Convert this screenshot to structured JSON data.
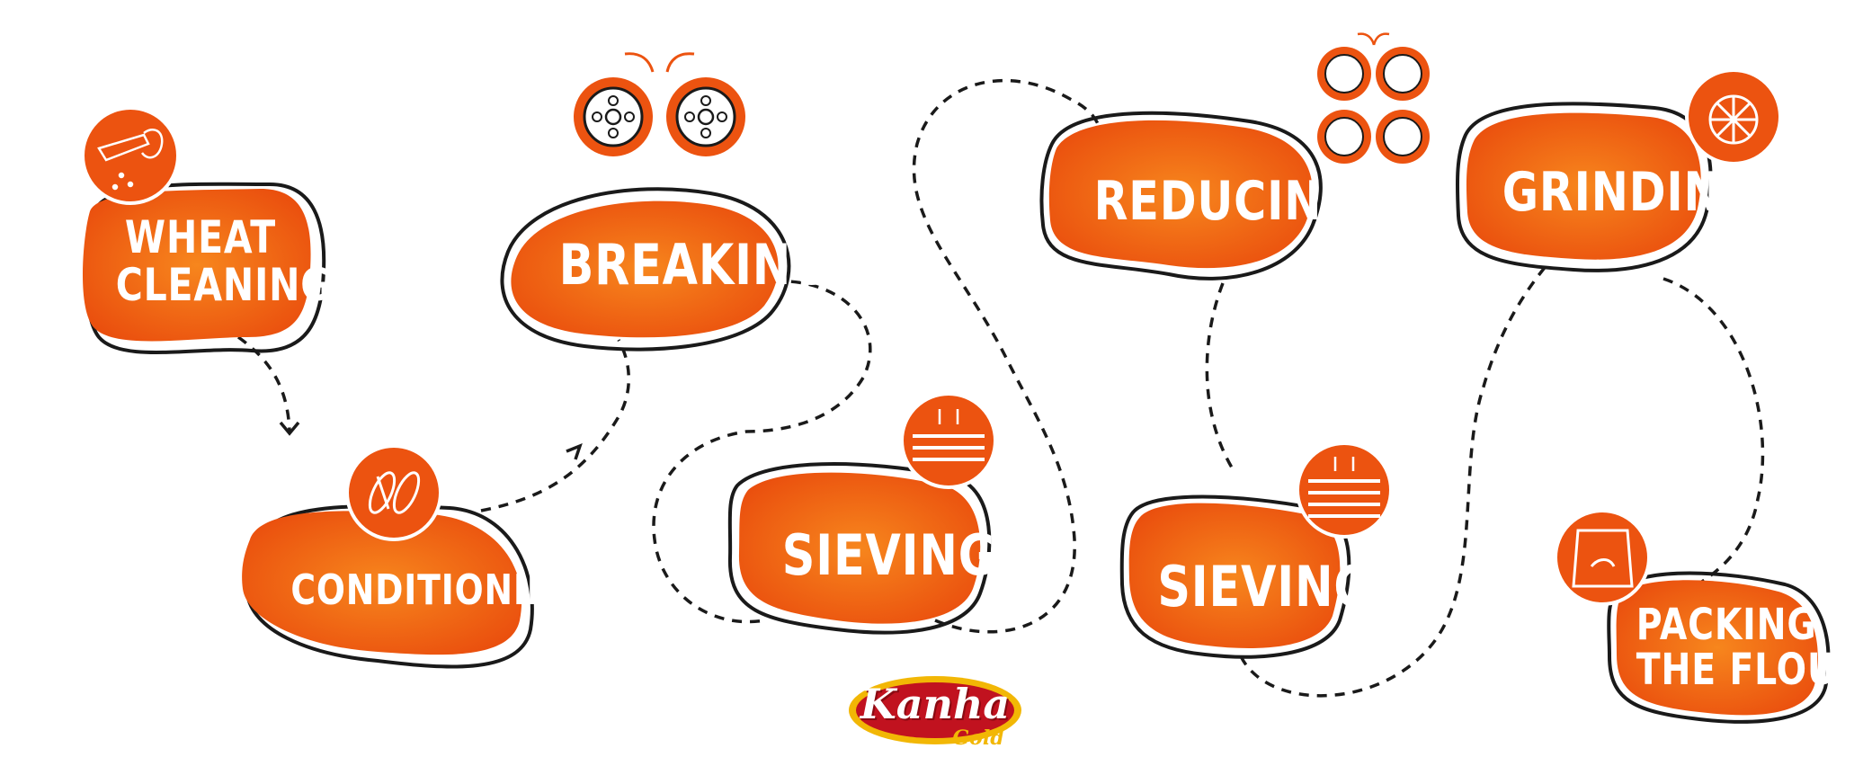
{
  "steps": [
    {
      "id": "wheat-cleaning",
      "label_line1": "WHEAT",
      "label_line2": "CLEANING",
      "icon": "wheat-cleaning-icon"
    },
    {
      "id": "conditioning",
      "label_line1": "CONDITIONING",
      "label_line2": "",
      "icon": "wheat-grain-icon"
    },
    {
      "id": "breaking",
      "label_line1": "BREAKING",
      "label_line2": "",
      "icon": "break-rollers-icon"
    },
    {
      "id": "sieving-1",
      "label_line1": "SIEVING",
      "label_line2": "",
      "icon": "sieve-icon"
    },
    {
      "id": "reducing",
      "label_line1": "REDUCING",
      "label_line2": "",
      "icon": "reduction-rollers-icon"
    },
    {
      "id": "sieving-2",
      "label_line1": "SIEVING",
      "label_line2": "",
      "icon": "sieve-icon"
    },
    {
      "id": "grinding",
      "label_line1": "GRINDING",
      "label_line2": "",
      "icon": "grinding-wheel-icon"
    },
    {
      "id": "packing",
      "label_line1": "PACKING",
      "label_line2": "THE FLOUR",
      "icon": "flour-bag-icon"
    }
  ],
  "brand": {
    "name": "Kanha",
    "sub": "Gold"
  },
  "colors": {
    "orange": "#ee5a12",
    "orange_light": "#f7861d",
    "outline": "#1a1a1a",
    "logo_red": "#c1121f",
    "logo_gold": "#f2b705"
  }
}
